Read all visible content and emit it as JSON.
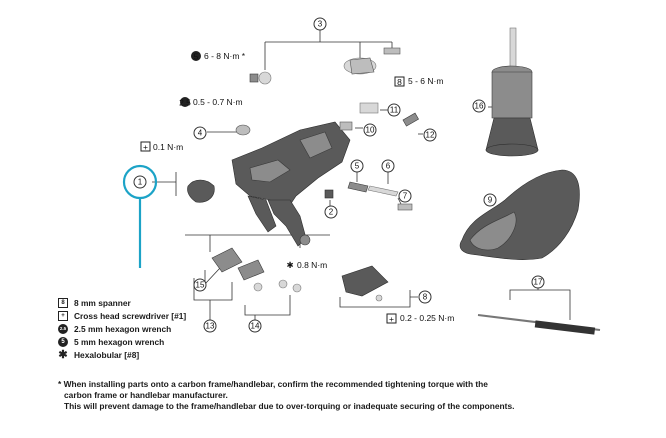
{
  "callouts": [
    "1",
    "2",
    "3",
    "4",
    "5",
    "6",
    "7",
    "8",
    "9",
    "10",
    "11",
    "12",
    "13",
    "14",
    "15",
    "16",
    "17"
  ],
  "torque": {
    "t1": "0.1 N·m",
    "t2": "0.5 - 0.7 N·m",
    "t3": "6 - 8 N·m *",
    "t4": "5 - 6 N·m",
    "t5": "0.8 N·m",
    "t6": "0.2 - 0.25 N·m"
  },
  "legend": [
    {
      "icon": "spanner-icon",
      "glyph": "8",
      "label": "8 mm spanner"
    },
    {
      "icon": "screwdriver-icon",
      "glyph": "+",
      "label": "Cross head screwdriver [#1]"
    },
    {
      "icon": "hex-2-5-icon",
      "glyph": "2.5",
      "label": "2.5 mm hexagon wrench"
    },
    {
      "icon": "hex-5-icon",
      "glyph": "5",
      "label": "5 mm hexagon wrench"
    },
    {
      "icon": "hexalobular-icon",
      "glyph": "✱",
      "label": "Hexalobular [#8]"
    }
  ],
  "note": {
    "line1": "* When installing parts onto a carbon frame/handlebar, confirm the recommended tightening torque with the",
    "line2": "carbon frame or handlebar manufacturer.",
    "line3": "This will prevent damage to the frame/handlebar due to over-torquing or inadequate securing of the components."
  },
  "colors": {
    "highlight": "#1ca3c7",
    "line": "#333333"
  }
}
